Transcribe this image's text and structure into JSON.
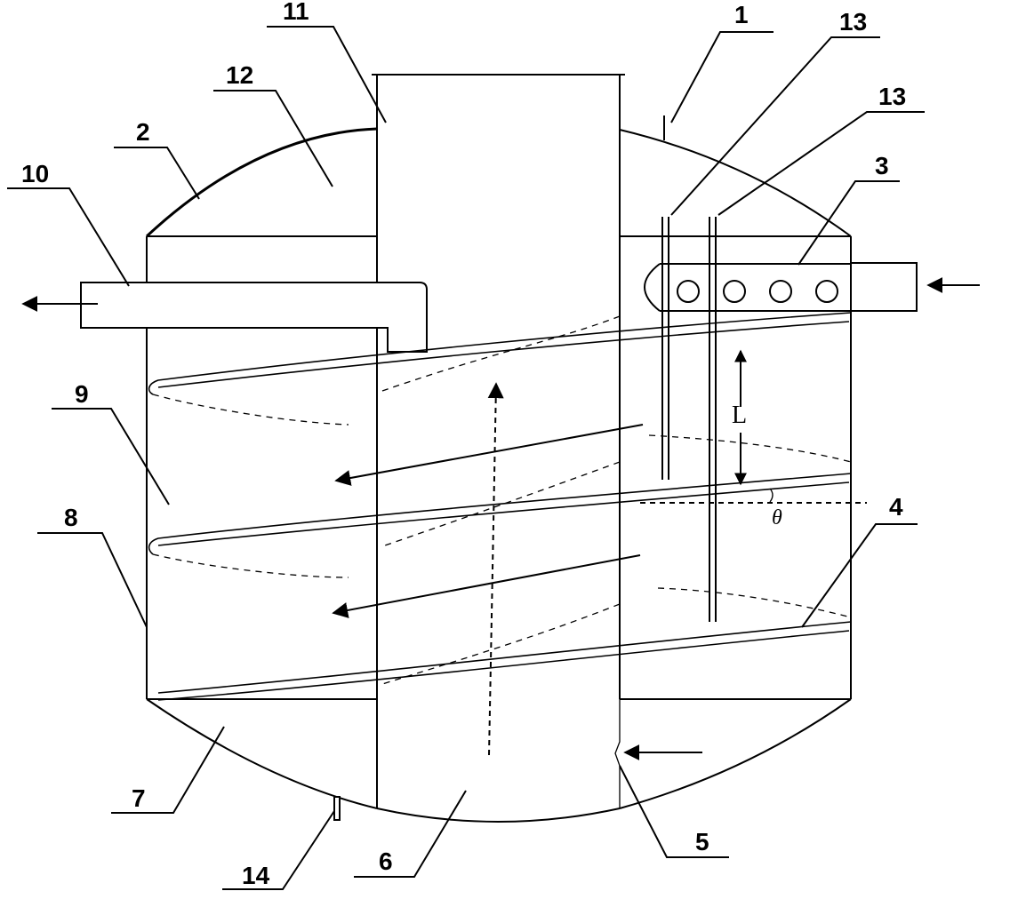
{
  "labels": {
    "l1": "1",
    "l2": "2",
    "l3": "3",
    "l4": "4",
    "l5": "5",
    "l6": "6",
    "l7": "7",
    "l8": "8",
    "l9": "9",
    "l10": "10",
    "l11": "11",
    "l12": "12",
    "l13a": "13",
    "l13b": "13",
    "l14": "14"
  },
  "symbols": {
    "length": "L",
    "angle": "θ"
  }
}
